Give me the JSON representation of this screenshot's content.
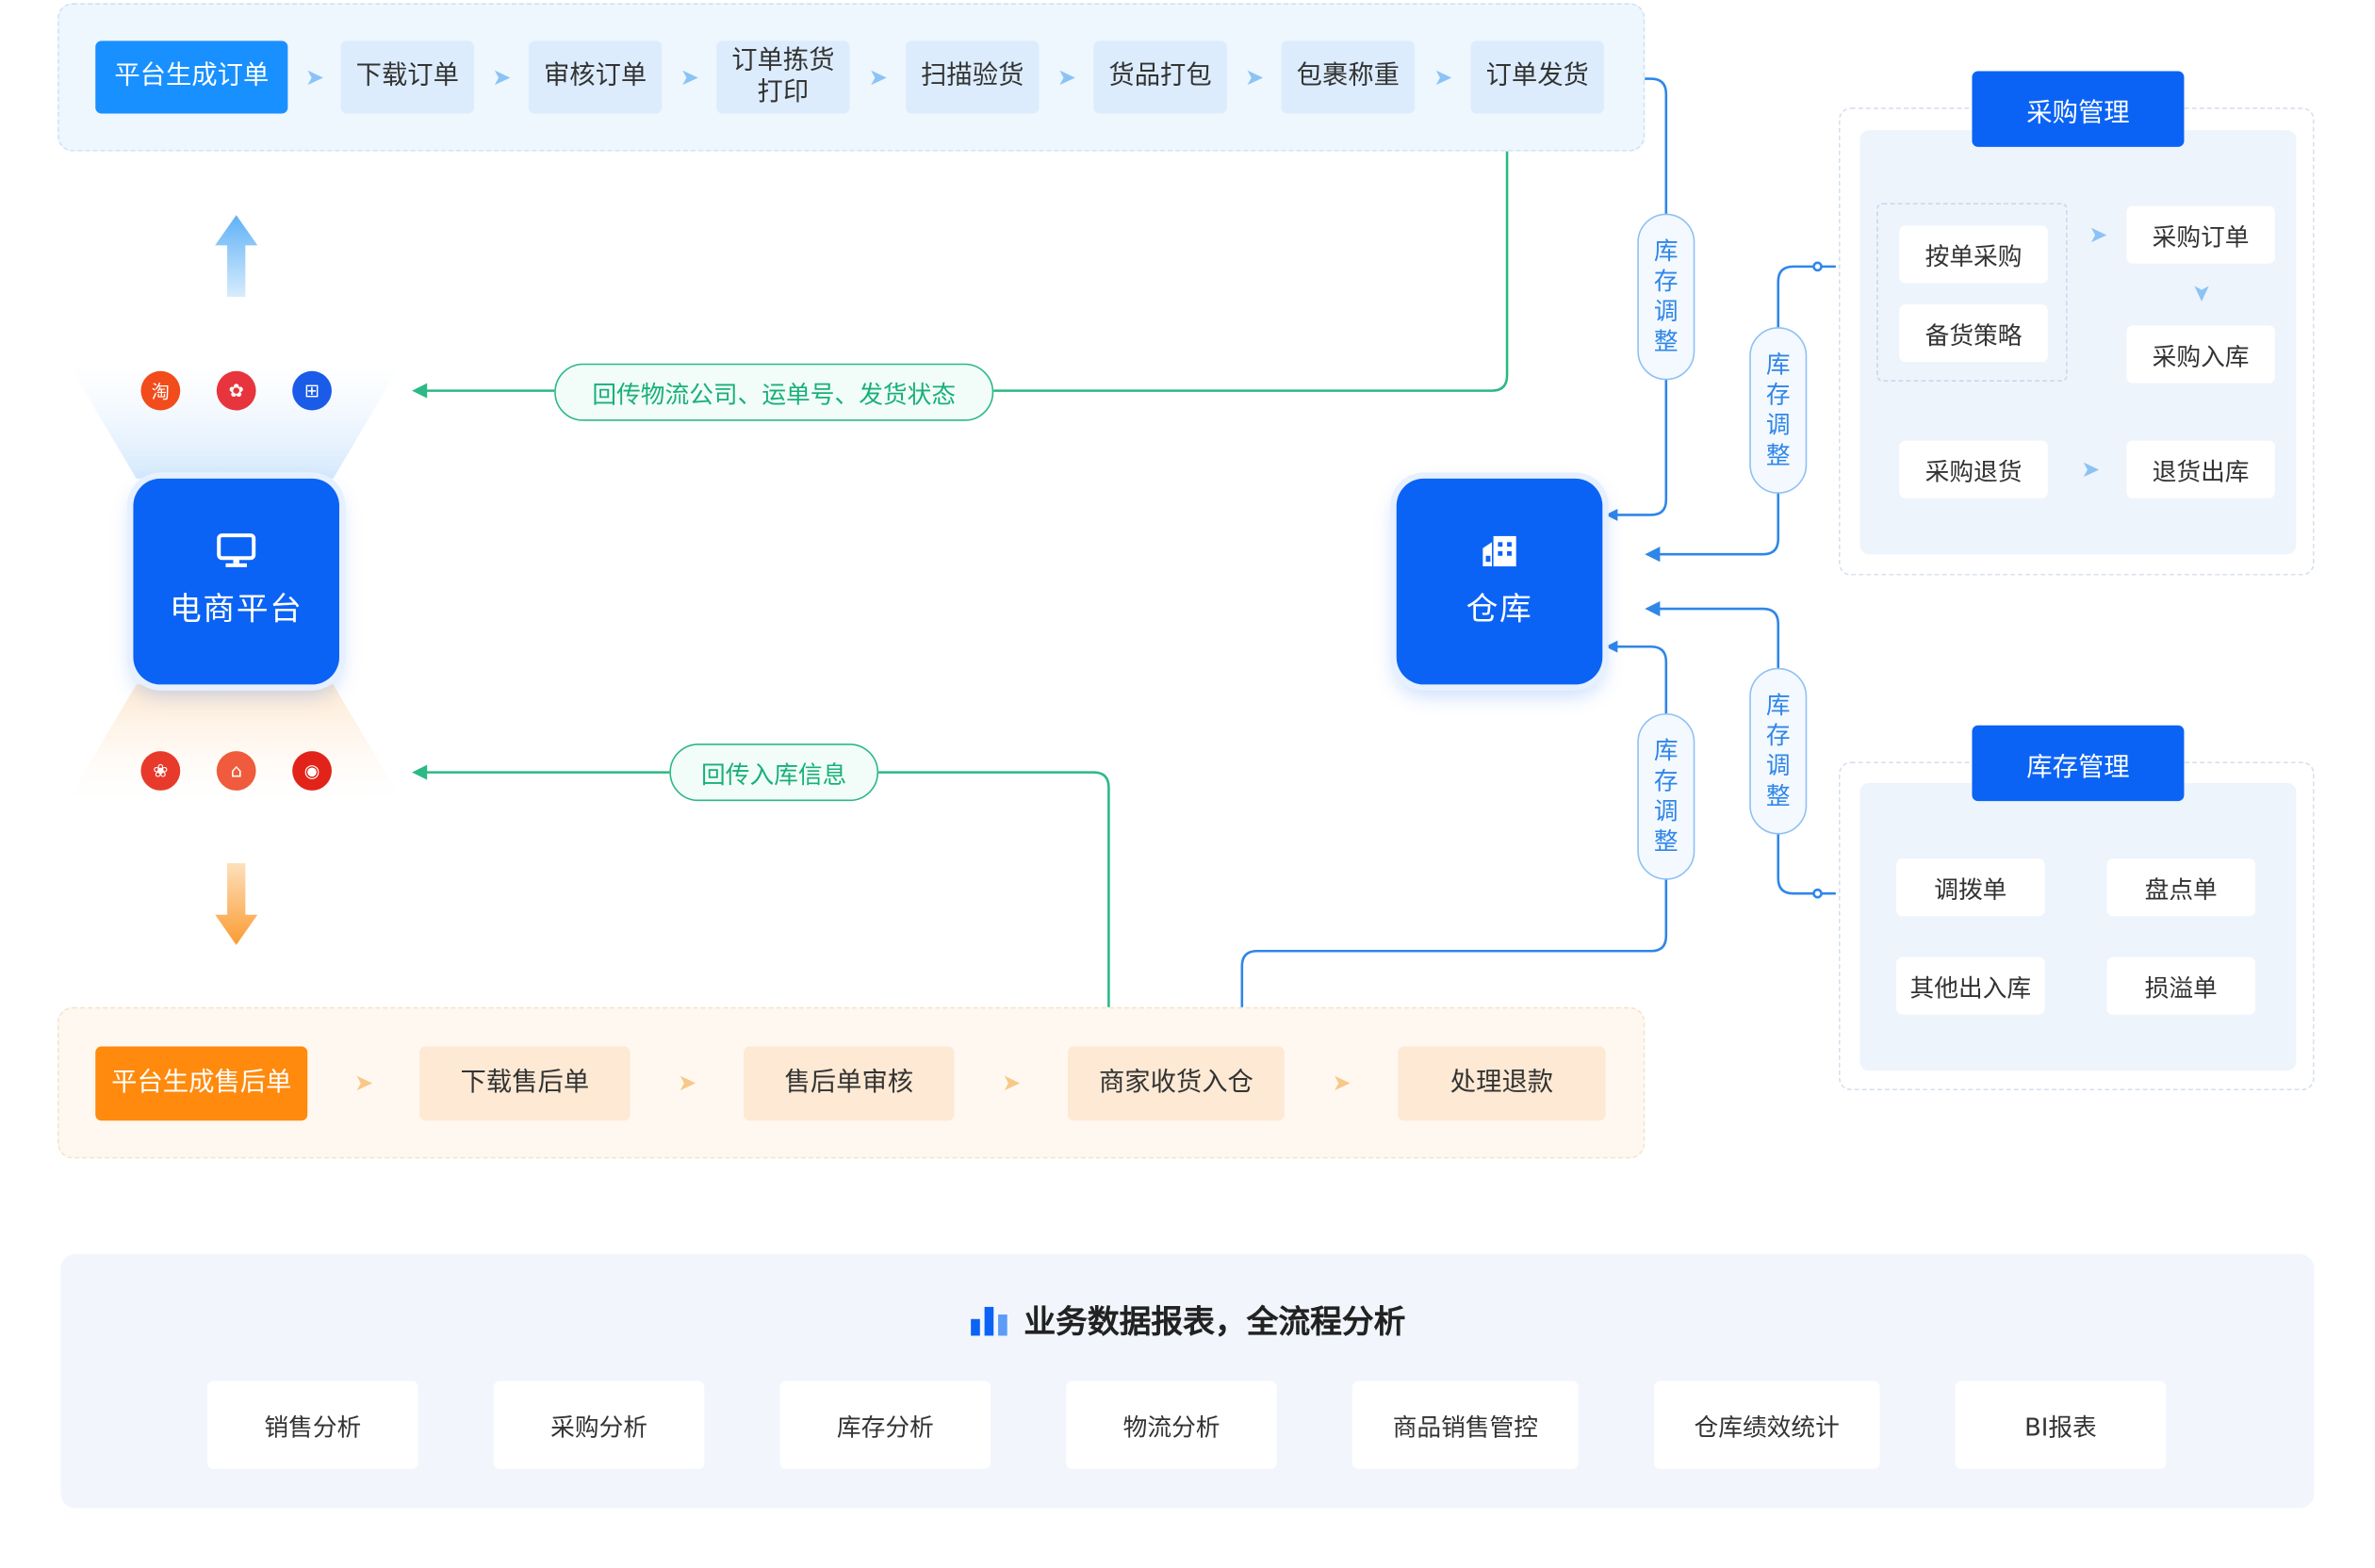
{
  "order_flow": {
    "steps": [
      {
        "label": "平台生成订单",
        "primary": true
      },
      {
        "label": "下载订单"
      },
      {
        "label": "审核订单"
      },
      {
        "label": "订单拣货\n打印"
      },
      {
        "label": "扫描验货"
      },
      {
        "label": "货品打包"
      },
      {
        "label": "包裹称重"
      },
      {
        "label": "订单发货"
      }
    ]
  },
  "after_sale_flow": {
    "steps": [
      {
        "label": "平台生成售后单",
        "primary": true
      },
      {
        "label": "下载售后单"
      },
      {
        "label": "售后单审核"
      },
      {
        "label": "商家收货入仓"
      },
      {
        "label": "处理退款"
      }
    ]
  },
  "hubs": {
    "platform": {
      "label": "电商平台"
    },
    "warehouse": {
      "label": "仓库"
    }
  },
  "feedback": {
    "logistics": "回传物流公司、运单号、发货状态",
    "inbound": "回传入库信息"
  },
  "inventory_adjust_label": "库\n存\n调\n整",
  "purchase_mgmt": {
    "title": "采购管理",
    "items": [
      "按单采购",
      "备货策略",
      "采购订单",
      "采购入库",
      "采购退货",
      "退货出库"
    ]
  },
  "inventory_mgmt": {
    "title": "库存管理",
    "items": [
      "调拨单",
      "盘点单",
      "其他出入库",
      "损溢单"
    ]
  },
  "report": {
    "title": "业务数据报表，全流程分析",
    "items": [
      "销售分析",
      "采购分析",
      "库存分析",
      "物流分析",
      "商品销售管控",
      "仓库绩效统计",
      "BI报表"
    ]
  },
  "colors": {
    "primary_blue": "#0b63f6",
    "flow_blue": "#1890ff",
    "flow_orange": "#ff8a0d",
    "feedback_green": "#18b07a",
    "connector_blue": "#2f86e8"
  }
}
